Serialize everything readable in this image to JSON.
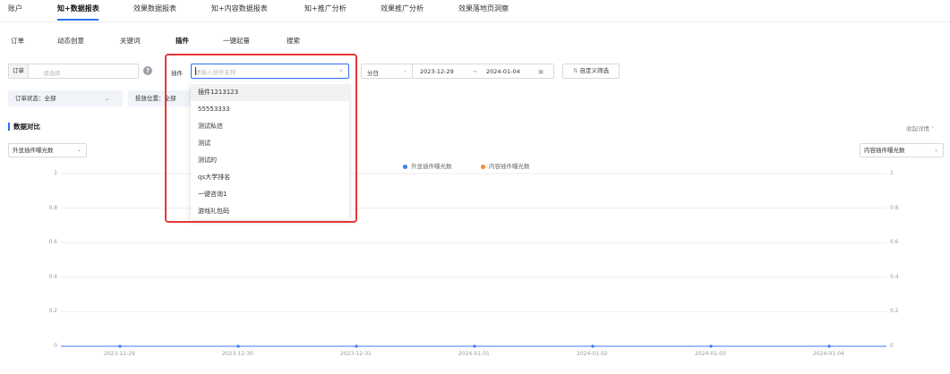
{
  "topnav": {
    "items": [
      "账户",
      "知+数据报表",
      "效果数据报表",
      "知+内容数据报表",
      "知+推广分析",
      "效果推广分析",
      "效果落地页洞察"
    ]
  },
  "subnav": {
    "items": [
      "订单",
      "动态创意",
      "关键词",
      "插件",
      "一键起量",
      "搜索"
    ]
  },
  "filters": {
    "order_label": "订单",
    "order_placeholder": "请选择",
    "plugin_label": "插件",
    "plugin_placeholder": "请输入插件名称",
    "granularity": "分日",
    "date_start": "2023-12-29",
    "date_end": "2024-01-04",
    "custom_filter": "自定义筛选",
    "order_status": "订单状态：全部",
    "placement": "投放位置：全部"
  },
  "dropdown": {
    "options": [
      "插件1213123",
      "55553333",
      "测试私信",
      "测试",
      "测试的",
      "qs大学排名",
      "一键咨询1",
      "游戏礼包码"
    ]
  },
  "section": {
    "title": "数据对比",
    "collapse": "收起详情"
  },
  "chart_controls": {
    "left_metric": "外显插件曝光数",
    "right_metric": "内容插件曝光数"
  },
  "chart_data": {
    "type": "line",
    "x": [
      "2023-12-29",
      "2023-12-30",
      "2023-12-31",
      "2024-01-01",
      "2024-01-02",
      "2024-01-03",
      "2024-01-04"
    ],
    "y_ticks": [
      "0",
      "0.2",
      "0.4",
      "0.6",
      "0.8",
      "1"
    ],
    "ylim": [
      0,
      1
    ],
    "series": [
      {
        "name": "外显插件曝光数",
        "values": [
          0,
          0,
          0,
          0,
          0,
          0,
          0
        ],
        "color": "#3b7cf4"
      },
      {
        "name": "内容插件曝光数",
        "values": [
          0,
          0,
          0,
          0,
          0,
          0,
          0
        ],
        "color": "#f08a3c"
      }
    ],
    "legend_position": "top-center",
    "grid": true
  },
  "colors": {
    "accent": "#2b6ff2",
    "highlight_box": "#e53935"
  },
  "icons": {
    "help": "question-circle-icon",
    "search": "search-icon",
    "calendar": "calendar-icon",
    "filter": "filter-icon"
  }
}
